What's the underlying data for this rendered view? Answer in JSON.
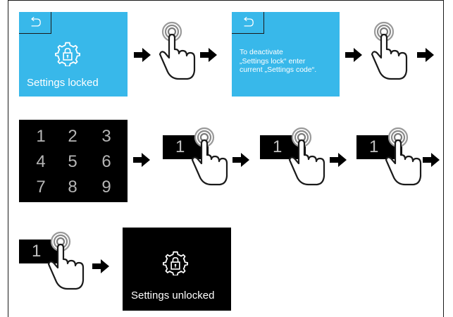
{
  "screens": {
    "locked_label": "Settings locked",
    "deactivate_text": [
      "To deactivate",
      "„Settings lock“ enter",
      "current „Settings code“."
    ],
    "unlocked_label": "Settings unlocked"
  },
  "keypad": {
    "digits": [
      "1",
      "2",
      "3",
      "4",
      "5",
      "6",
      "7",
      "8",
      "9"
    ]
  },
  "entry": {
    "digit": "1"
  },
  "colors": {
    "screen_blue": "#38b8ea",
    "screen_black": "#000000",
    "line": "#1a1a1a"
  },
  "icons": [
    "back-arrow-icon",
    "settings-lock-icon",
    "touch-hand-icon",
    "right-arrow-icon"
  ]
}
